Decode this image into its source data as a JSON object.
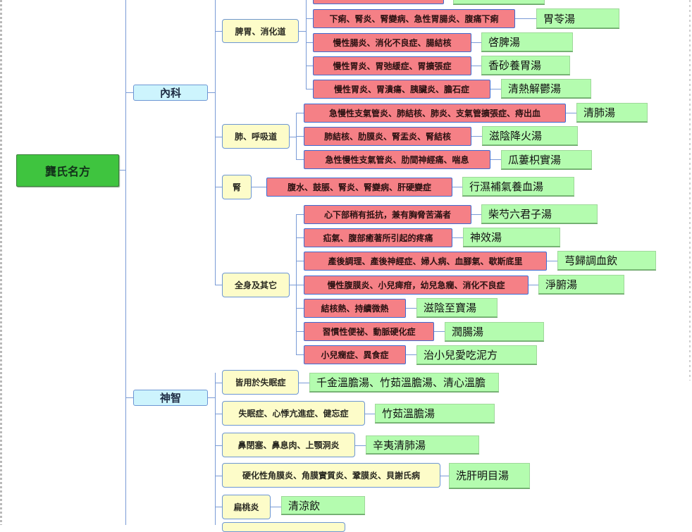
{
  "root": {
    "label": "龔氏名方"
  },
  "categories": [
    {
      "label": "內科"
    },
    {
      "label": "神智"
    }
  ],
  "subcategories": [
    {
      "label": "脾胃、消化道"
    },
    {
      "label": "肺、呼吸道"
    },
    {
      "label": "腎"
    },
    {
      "label": "全身及其它"
    },
    {
      "label": "皆用於失眠症"
    },
    {
      "label": "失眠症、心悸亢進症、健忘症"
    },
    {
      "label": "鼻閉塞、鼻息肉、上顎洞炎"
    },
    {
      "label": "硬化性角膜炎、角膜實質炎、鞏膜炎、貝謝氏病"
    },
    {
      "label": "扁桃炎"
    }
  ],
  "symptoms": [
    {
      "label": "下痢、腎炎、腎變病、急性胃腸炎、腹痛下痢"
    },
    {
      "label": "慢性腸炎、消化不良症、腸結核"
    },
    {
      "label": "慢性胃炎、胃弛緩症、胃擴張症"
    },
    {
      "label": "慢性胃炎、胃潰瘍、胰臟炎、膽石症"
    },
    {
      "label": "急慢性支氣管炎、肺結核、肺炎、支氣管擴張症、痔出血"
    },
    {
      "label": "肺結核、肋膜炎、腎盂炎、腎結核"
    },
    {
      "label": "急性慢性支氣管炎、肋間神經痛、喘息"
    },
    {
      "label": "腹水、鼓脹、腎炎、腎變病、肝硬變症"
    },
    {
      "label": "心下部稍有抵抗，兼有胸脅苦滿者"
    },
    {
      "label": "疝氣、腹部癒著所引起的疼痛"
    },
    {
      "label": "產後調理、產後神經症、婦人病、血腳氣、歇斯底里"
    },
    {
      "label": "慢性腹膜炎、小兒痺疳，幼兒急癇、消化不良症"
    },
    {
      "label": "結核熱、持續微熱"
    },
    {
      "label": "習慣性便祕、動脈硬化症"
    },
    {
      "label": "小兒癇症、異食症"
    }
  ],
  "prescriptions": [
    {
      "label": "胃苓湯"
    },
    {
      "label": "啓脾湯"
    },
    {
      "label": "香砂養胃湯"
    },
    {
      "label": "清熱解鬱湯"
    },
    {
      "label": "清肺湯"
    },
    {
      "label": "滋陰降火湯"
    },
    {
      "label": "瓜蔞枳實湯"
    },
    {
      "label": "行濕補氣養血湯"
    },
    {
      "label": "柴芍六君子湯"
    },
    {
      "label": "神效湯"
    },
    {
      "label": "芎歸調血飲"
    },
    {
      "label": "淨腑湯"
    },
    {
      "label": "滋陰至寶湯"
    },
    {
      "label": "潤腸湯"
    },
    {
      "label": "治小兒愛吃泥方"
    },
    {
      "label": "千金溫膽湯、竹茹溫膽湯、清心溫膽"
    },
    {
      "label": "竹茹溫膽湯"
    },
    {
      "label": "辛夷清肺湯"
    },
    {
      "label": "洗肝明目湯"
    },
    {
      "label": "清涼飲"
    }
  ],
  "colors": {
    "root": "#3fc43f",
    "category": "#cdf4fd",
    "subcategory": "#fdfcc9",
    "symptom": "#f58086",
    "prescription": "#b4fcaf",
    "connector": "#7a9bd6"
  }
}
